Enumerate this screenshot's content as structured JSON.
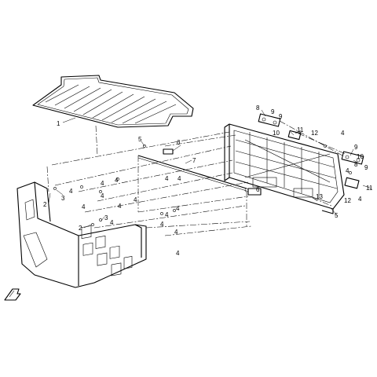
{
  "diagram": {
    "callouts": [
      {
        "id": "c1",
        "label": "1"
      },
      {
        "id": "c2a",
        "label": "2"
      },
      {
        "id": "c2b",
        "label": "2"
      },
      {
        "id": "c3a",
        "label": "3"
      },
      {
        "id": "c3b",
        "label": "3"
      },
      {
        "id": "c4a",
        "label": "4"
      },
      {
        "id": "c4b",
        "label": "4"
      },
      {
        "id": "c4c",
        "label": "4"
      },
      {
        "id": "c4d",
        "label": "4"
      },
      {
        "id": "c4e",
        "label": "4"
      },
      {
        "id": "c4f",
        "label": "4"
      },
      {
        "id": "c4g",
        "label": "4"
      },
      {
        "id": "c4h",
        "label": "4"
      },
      {
        "id": "c4i",
        "label": "4"
      },
      {
        "id": "c4j",
        "label": "4"
      },
      {
        "id": "c4k",
        "label": "4"
      },
      {
        "id": "c4l",
        "label": "4"
      },
      {
        "id": "c4m",
        "label": "4"
      },
      {
        "id": "c4n",
        "label": "4"
      },
      {
        "id": "c4o",
        "label": "4"
      },
      {
        "id": "c4p",
        "label": "4"
      },
      {
        "id": "c4q",
        "label": "4"
      },
      {
        "id": "c4r",
        "label": "4"
      },
      {
        "id": "c5a",
        "label": "5"
      },
      {
        "id": "c5b",
        "label": "5"
      },
      {
        "id": "c6a",
        "label": "6"
      },
      {
        "id": "c6b",
        "label": "6"
      },
      {
        "id": "c7",
        "label": "7"
      },
      {
        "id": "c8a",
        "label": "8"
      },
      {
        "id": "c8b",
        "label": "8"
      },
      {
        "id": "c9a",
        "label": "9"
      },
      {
        "id": "c9b",
        "label": "9"
      },
      {
        "id": "c9c",
        "label": "9"
      },
      {
        "id": "c9d",
        "label": "9"
      },
      {
        "id": "c10a",
        "label": "10"
      },
      {
        "id": "c10b",
        "label": "10"
      },
      {
        "id": "c11a",
        "label": "11"
      },
      {
        "id": "c11b",
        "label": "11"
      },
      {
        "id": "c12a",
        "label": "12"
      },
      {
        "id": "c12b",
        "label": "12"
      },
      {
        "id": "c13",
        "label": "13"
      }
    ]
  }
}
